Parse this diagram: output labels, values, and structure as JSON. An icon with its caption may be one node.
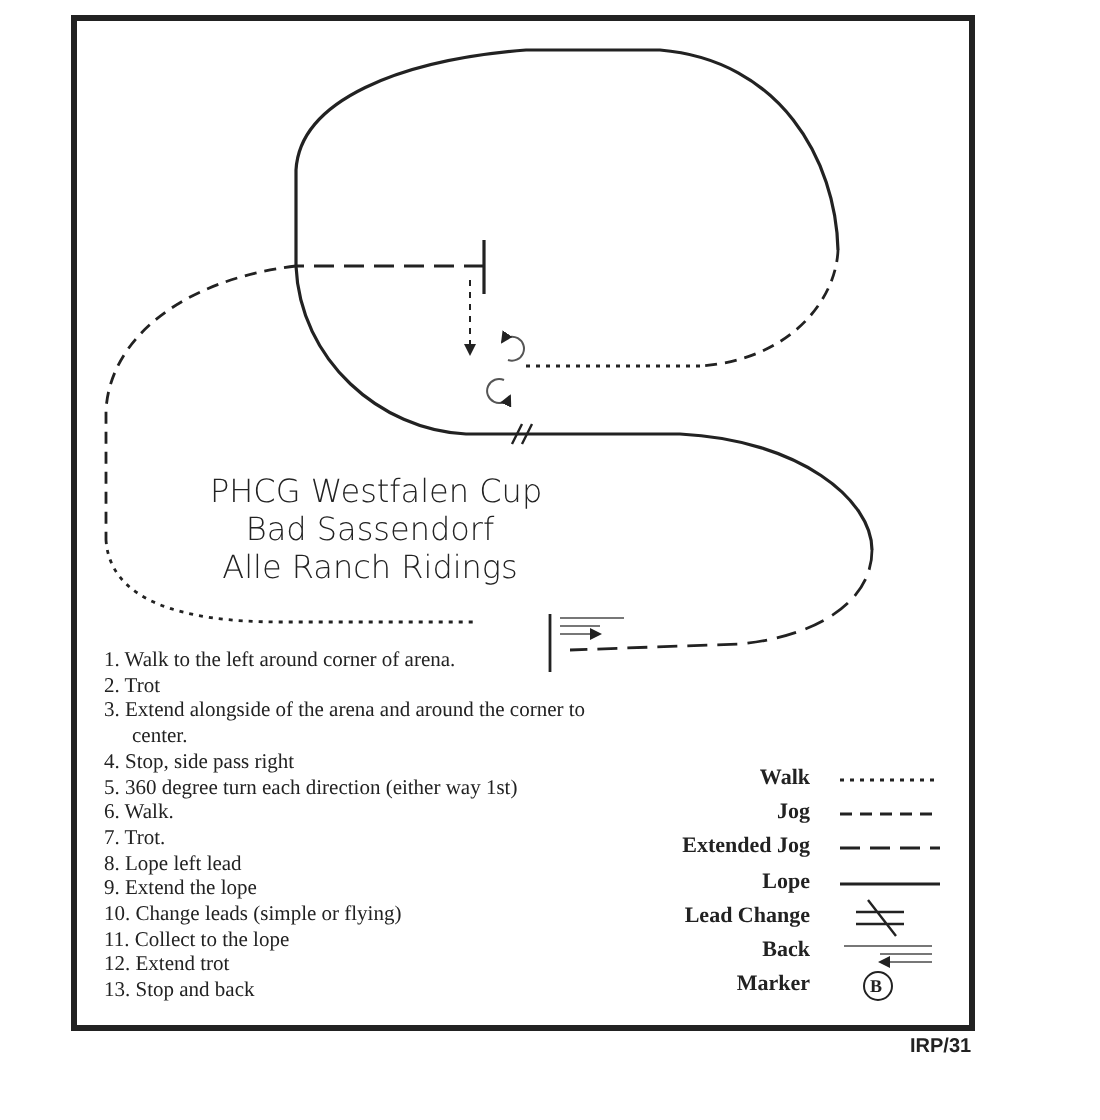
{
  "diagram": {
    "labels": [
      "PHCG Westfalen Cup",
      "Bad Sassendorf",
      "Alle Ranch Ridings",
      "1. Walk to the left around corner of arena.",
      "2. Trot",
      "3. Extend alongside of the arena and around the corner to center.",
      "4. Stop, side pass right",
      "5. 360 degree turn each direction (either way 1st)",
      "6. Walk.",
      "7. Trot.",
      "8. Lope left lead",
      "9. Extend the lope",
      "10. Change leads (simple or flying)",
      "11. Collect to the lope",
      "12. Extend trot",
      "13. Stop and back",
      "B",
      "IRP/31"
    ],
    "legend": [
      {
        "text": "Walk"
      },
      {
        "text": "Jog"
      },
      {
        "text": "Extended Jog"
      },
      {
        "text": "Lope"
      },
      {
        "text": "Lead Change"
      },
      {
        "text": "Back"
      },
      {
        "text": "Marker"
      }
    ]
  }
}
